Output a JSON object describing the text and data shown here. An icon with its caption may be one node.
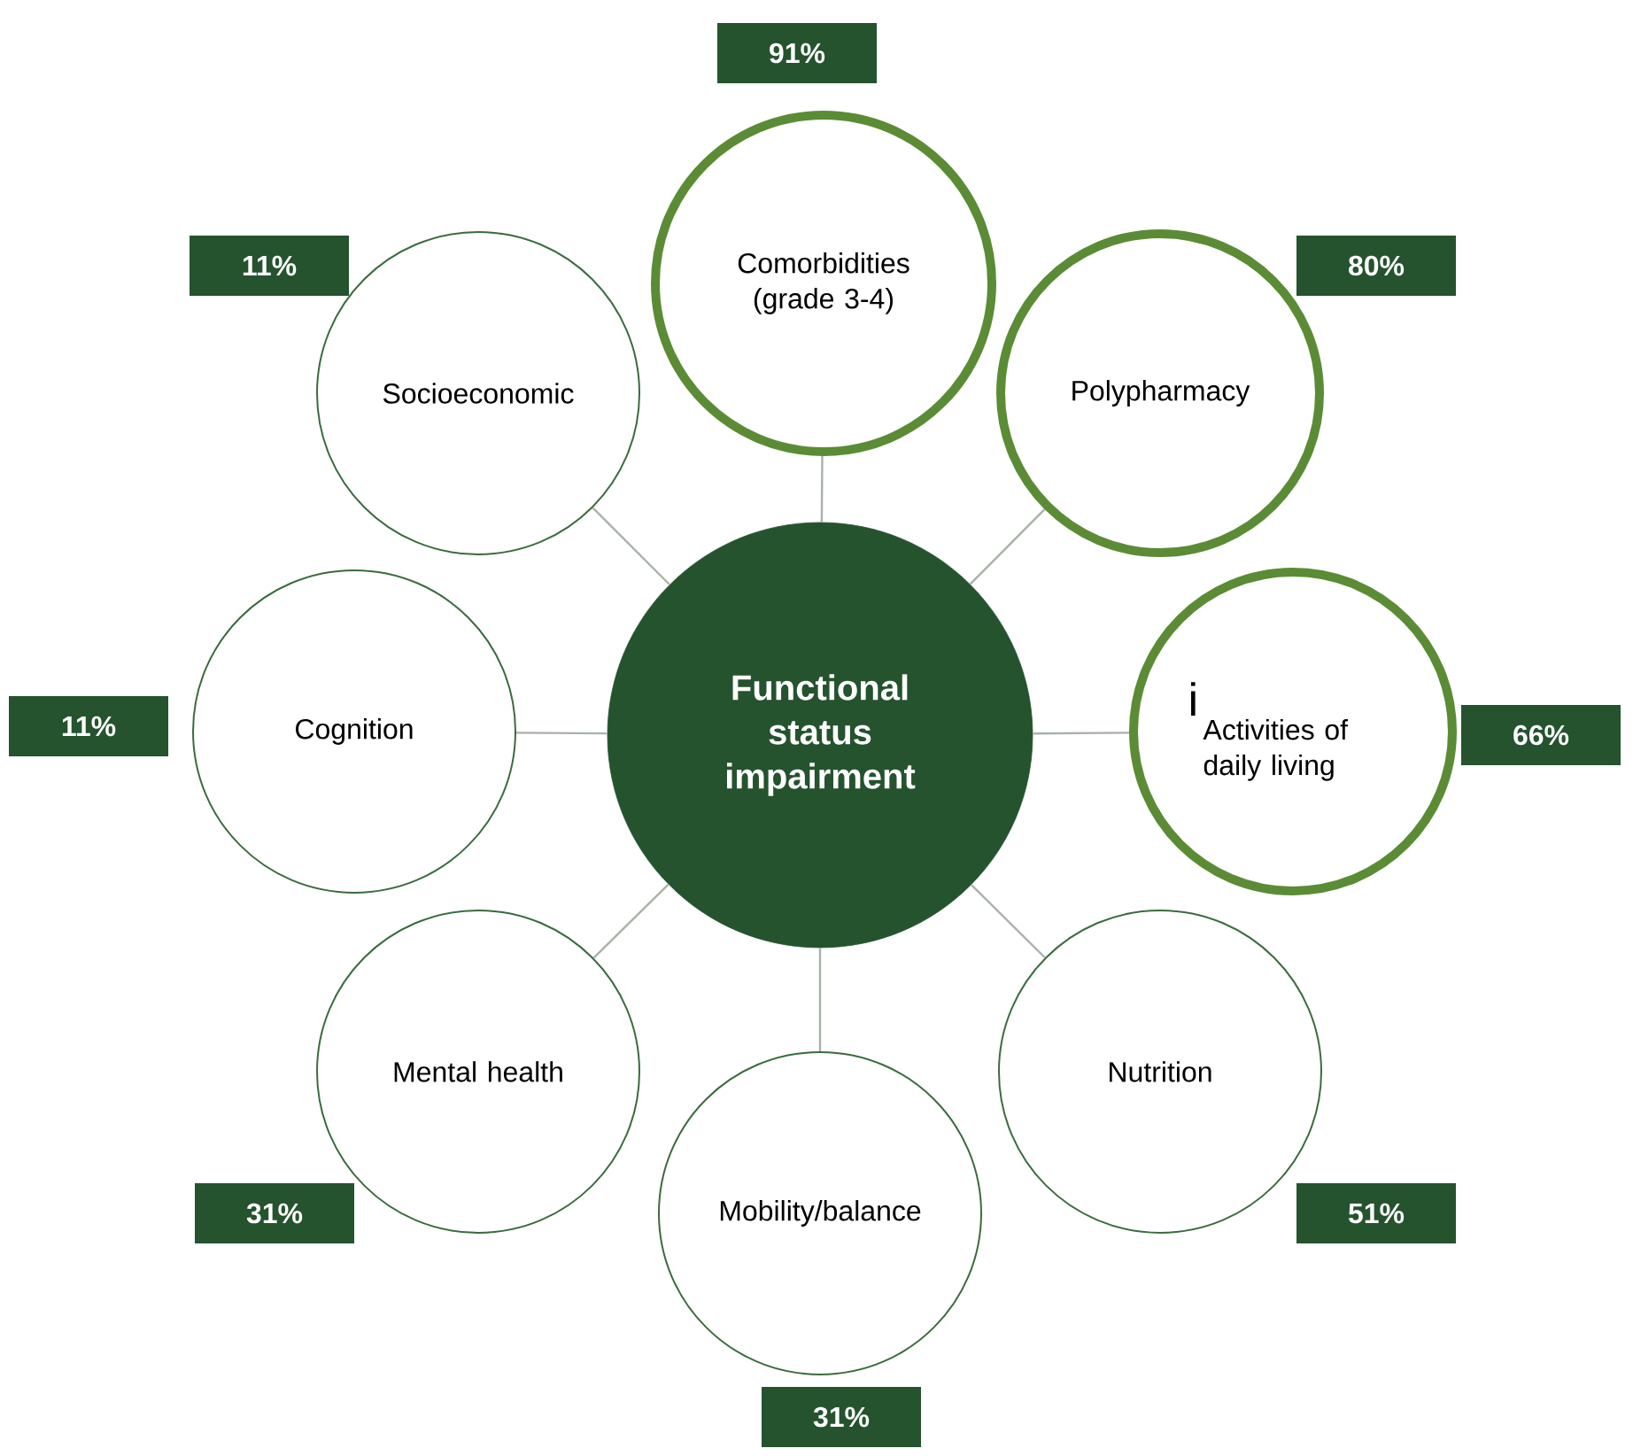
{
  "diagram": {
    "nodes": [
      {
        "text": [
          "Functional status impairment"
        ]
      },
      {
        "text": [
          "Comorbidities (grade 3-4)"
        ],
        "beside": [
          "91%"
        ]
      },
      {
        "text": [
          "Polypharmacy"
        ],
        "beside": [
          "80%"
        ]
      },
      {
        "text": [
          "i",
          "Activities of daily living"
        ],
        "beside": [
          "66%"
        ]
      },
      {
        "text": [
          "Nutrition"
        ],
        "beside": [
          "51%"
        ]
      },
      {
        "text": [
          "Mobility/balance"
        ],
        "beside": [
          "31%"
        ]
      },
      {
        "text": [
          "Mental health"
        ],
        "beside": [
          "31%"
        ]
      },
      {
        "text": [
          "Cognition"
        ],
        "beside": [
          "11%"
        ]
      },
      {
        "text": [
          "Socioeconomic"
        ],
        "beside": [
          "11%"
        ]
      }
    ],
    "edges": [
      {
        "from": 0,
        "to": 1,
        "arrow": "none"
      },
      {
        "from": 0,
        "to": 2,
        "arrow": "none"
      },
      {
        "from": 0,
        "to": 3,
        "arrow": "none"
      },
      {
        "from": 0,
        "to": 4,
        "arrow": "none"
      },
      {
        "from": 0,
        "to": 5,
        "arrow": "none"
      },
      {
        "from": 0,
        "to": 6,
        "arrow": "none"
      },
      {
        "from": 0,
        "to": 7,
        "arrow": "none"
      },
      {
        "from": 0,
        "to": 8,
        "arrow": "none"
      }
    ]
  }
}
